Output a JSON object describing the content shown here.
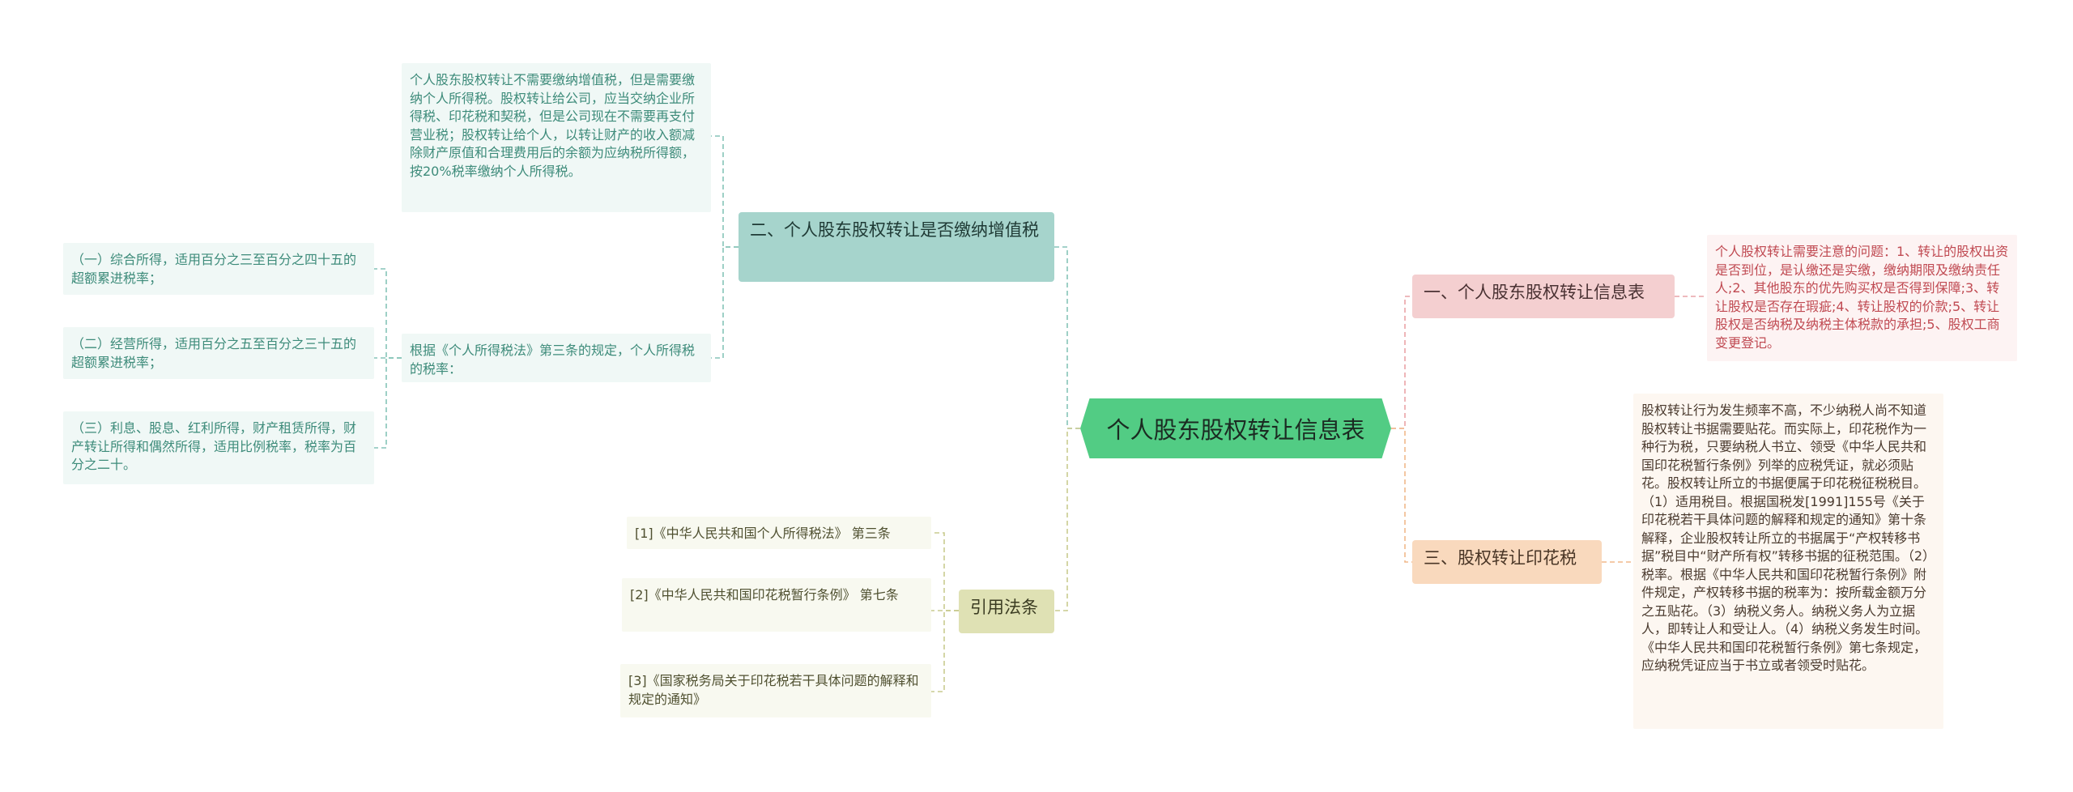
{
  "root": {
    "label": "个人股东股权转让信息表"
  },
  "branches": {
    "b1": {
      "label": "一、个人股东股权转让信息表"
    },
    "b2": {
      "label": "二、个人股东股权转让是否缴纳增值税"
    },
    "b3": {
      "label": "三、股权转让印花税"
    },
    "b4": {
      "label": "引用法条"
    }
  },
  "leaves": {
    "b1_note": "个人股权转让需要注意的问题：1、转让的股权出资是否到位，是认缴还是实缴，缴纳期限及缴纳责任人;2、其他股东的优先购买权是否得到保障;3、转让股权是否存在瑕疵;4、转让股权的价款;5、转让股权是否纳税及纳税主体税款的承担;5、股权工商变更登记。",
    "b2_note": "个人股东股权转让不需要缴纳增值税，但是需要缴纳个人所得税。股权转让给公司，应当交纳企业所得税、印花税和契税，但是公司现在不需要再支付营业税；股权转让给个人，以转让财产的收入额减除财产原值和合理费用后的余额为应纳税所得额，按20%税率缴纳个人所得税。",
    "b2_rate": "根据《个人所得税法》第三条的规定，个人所得税的税率：",
    "b2_rate_1": "（一）综合所得，适用百分之三至百分之四十五的超额累进税率；",
    "b2_rate_2": "（二）经营所得，适用百分之五至百分之三十五的超额累进税率；",
    "b2_rate_3": "（三）利息、股息、红利所得，财产租赁所得，财产转让所得和偶然所得，适用比例税率，税率为百分之二十。",
    "b3_note": "股权转让行为发生频率不高，不少纳税人尚不知道股权转让书据需要贴花。而实际上，印花税作为一种行为税，只要纳税人书立、领受《中华人民共和国印花税暂行条例》列举的应税凭证，就必须贴花。股权转让所立的书据便属于印花税征税税目。（1）适用税目。根据国税发[1991]155号《关于印花税若干具体问题的解释和规定的通知》第十条解释，企业股权转让所立的书据属于“产权转移书据”税目中“财产所有权”转移书据的征税范围。（2）税率。根据《中华人民共和国印花税暂行条例》附件规定，产权转移书据的税率为：按所载金额万分之五贴花。（3）纳税义务人。纳税义务人为立据人，即转让人和受让人。（4）纳税义务发生时间。《中华人民共和国印花税暂行条例》第七条规定，应纳税凭证应当于书立或者领受时贴花。",
    "law_1": "[1]《中华人民共和国个人所得税法》 第三条",
    "law_2": "[2]《中华人民共和国印花税暂行条例》 第七条",
    "law_3": "[3]《国家税务局关于印花税若干具体问题的解释和规定的通知》"
  },
  "colors": {
    "root": "#52cc84",
    "branch_1": "#f4cfd0",
    "branch_2": "#a6d4cc",
    "branch_3": "#f9d9bd",
    "branch_4": "#dfe1b4",
    "line_red": "#e9a3a7",
    "line_orange": "#f0b98b",
    "line_teal": "#86c4b8",
    "line_law": "#c9cb8f"
  }
}
